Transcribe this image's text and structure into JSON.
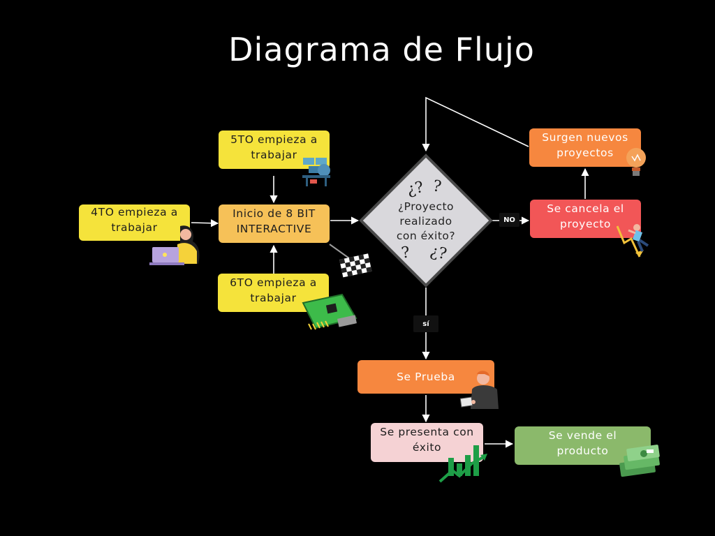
{
  "title": "Diagrama de Flujo",
  "nodes": {
    "fifth": "5TO empieza a\ntrabajar",
    "fourth": "4TO empieza a\ntrabajar",
    "start": "Inicio de 8 BIT\nINTERACTIVE",
    "sixth": "6TO empieza a\ntrabajar",
    "decision": "¿Proyecto\nrealizado\ncon éxito?",
    "new_projects": "Surgen nuevos\nproyectos",
    "cancel": "Se cancela el\nproyecto",
    "test": "Se Prueba",
    "present": "Se presenta con\néxito",
    "sell": "Se vende el\nproducto"
  },
  "branch_labels": {
    "no": "NO",
    "yes": "sí"
  },
  "colors": {
    "yellow": "#f5e33b",
    "light_orange": "#f6c158",
    "orange": "#f6873f",
    "red": "#f25657",
    "pink": "#f5d2d4",
    "green": "#8bb96b",
    "diamond": "#d9d8dc"
  },
  "icons": [
    "desk-workstation-icon",
    "woman-laptop-icon",
    "checkered-flag-icon",
    "circuit-board-icon",
    "question-marks-icon",
    "lightbulb-icon",
    "falling-man-icon",
    "man-with-tablet-icon",
    "growth-chart-icon",
    "money-stack-icon"
  ]
}
